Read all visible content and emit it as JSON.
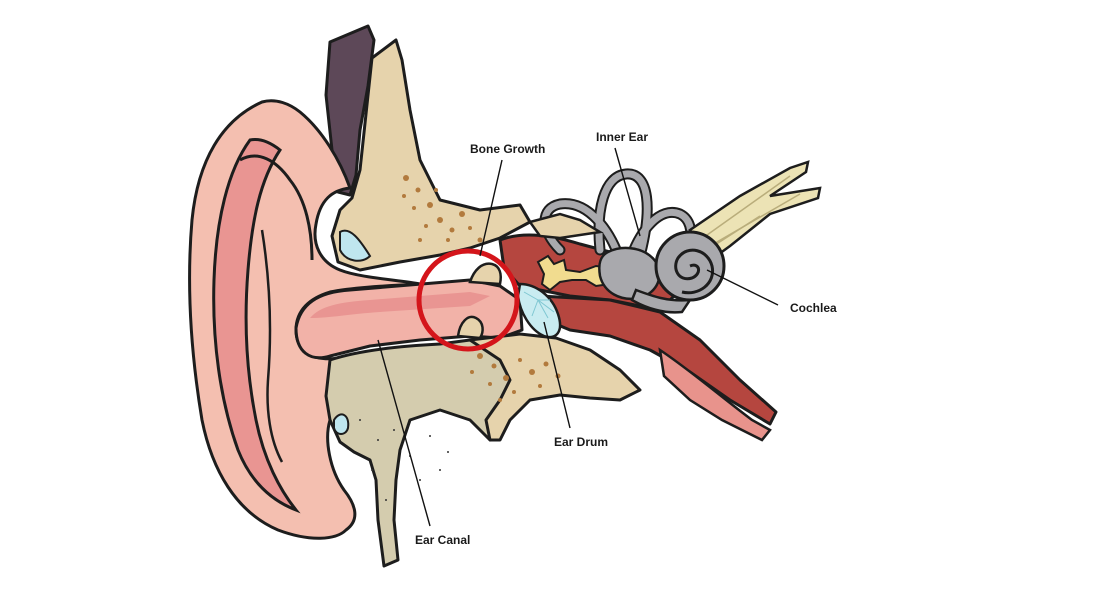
{
  "labels": {
    "bone_growth": "Bone Growth",
    "inner_ear": "Inner Ear",
    "cochlea": "Cochlea",
    "ear_drum": "Ear Drum",
    "ear_canal": "Ear Canal"
  },
  "colors": {
    "skin_outer": "#f4bfb0",
    "skin_inner": "#e99592",
    "bone": "#e6d3ac",
    "bone_shadow": "#cfc0a0",
    "lower_tissue": "#d4ccae",
    "bone_speckle": "#b27a3d",
    "cartilage": "#5d4858",
    "middle_ear": "#b5463f",
    "eustachian": "#e8938c",
    "inner_ear_gray": "#a9a9ad",
    "nerve": "#ece3b5",
    "ear_drum_fill": "#c9ecf1",
    "ossicles": "#f1dc8f",
    "highlight_circle": "#d4151b",
    "fluid": "#bfe6ef"
  },
  "icons": {
    "highlight": "red-circle-highlight"
  }
}
